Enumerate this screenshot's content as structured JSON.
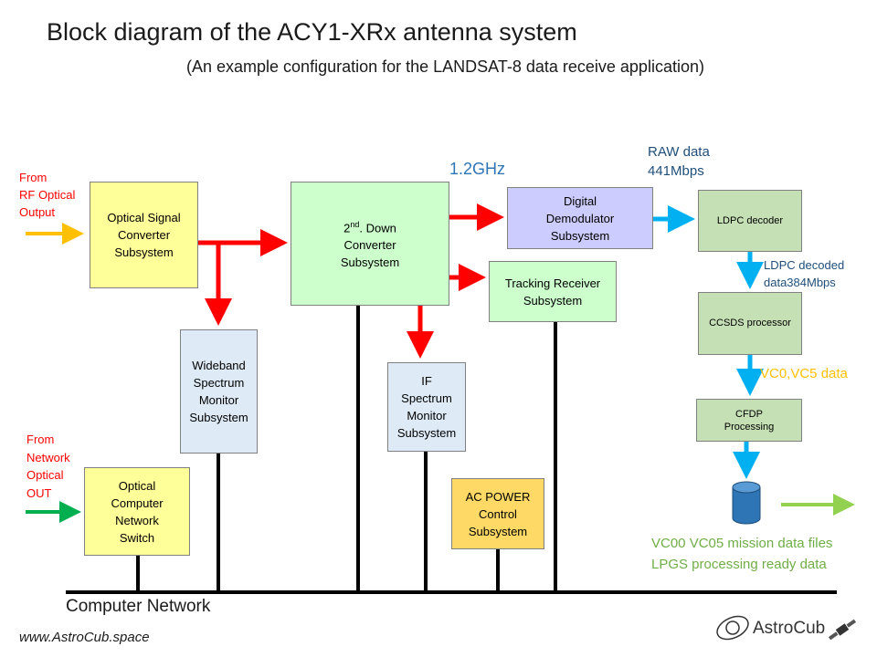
{
  "title": "Block diagram of the ACY1-XRx antenna system",
  "subtitle": "(An example configuration for the LANDSAT-8 data receive application)",
  "inputs": {
    "rf": "From\nRF Optical\nOutput",
    "network": "From\nNetwork\nOptical\nOUT"
  },
  "blocks": {
    "optical_signal_converter": "Optical Signal\nConverter\nSubsystem",
    "down_converter_pre": "2",
    "down_converter_sup": "nd",
    "down_converter_post": ". Down\nConverter\nSubsystem",
    "digital_demodulator": "Digital\nDemodulator\n Subsystem",
    "tracking_receiver": "Tracking Receiver\nSubsystem",
    "wideband_monitor": "Wideband\nSpectrum\n Monitor\nSubsystem",
    "if_monitor": "IF\nSpectrum\n Monitor\nSubsystem",
    "ac_power": "AC POWER\nControl\nSubsystem",
    "optical_network_switch": "Optical\nComputer\nNetwork\nSwitch",
    "ldpc_decoder": "LDPC decoder",
    "ccsds_processor": "CCSDS processor",
    "cfdp_processing": "CFDP\nProcessing"
  },
  "labels": {
    "frequency": "1.2GHz",
    "raw_data": "RAW data\n441Mbps",
    "ldpc_decoded": "LDPC decoded\ndata384Mbps",
    "vc_data": "VC0,VC5   data",
    "mission_files": "VC00 VC05 mission data files\nLPGS  processing ready data",
    "computer_network": "Computer Network",
    "website": "www.AstroCub.space",
    "logo": "AstroCub"
  },
  "colors": {
    "red": "#ff0000",
    "blue": "#00b0f0",
    "yellow_arrow": "#ffc000",
    "green_arrow": "#00b050",
    "light_green_arrow": "#92d050",
    "yellow_box": "#ffff99",
    "green_box": "#ccffcc",
    "purple_box": "#ccccff",
    "light_blue_box": "#deebf7",
    "orange_box": "#ffd966",
    "dark_green_box": "#c5e0b4",
    "freq_blue": "#2e75b6",
    "raw_blue": "#1f4e79",
    "vc_orange": "#ffc000",
    "green_text": "#70ad47"
  }
}
